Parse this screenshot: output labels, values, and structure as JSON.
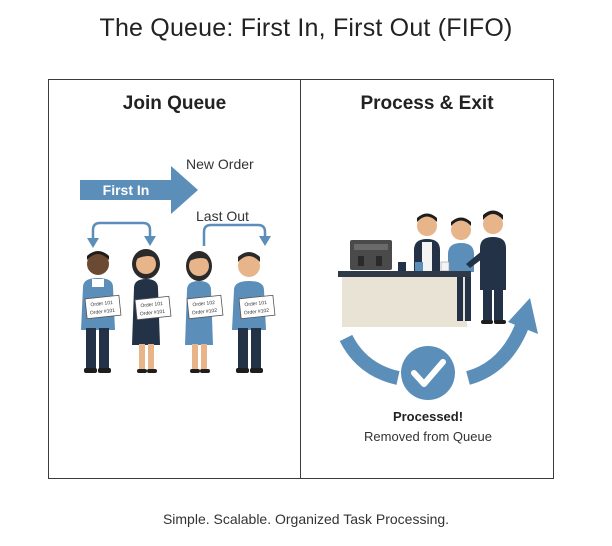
{
  "title": "The Queue: First In, First Out (FIFO)",
  "left_panel": {
    "title": "Join Queue",
    "new_order": "New Order",
    "first_in": "First In",
    "last_out": "Last Out",
    "tickets": [
      {
        "line1": "Order 101",
        "line2": "Order #101"
      },
      {
        "line1": "Order 101",
        "line2": "Order #101"
      },
      {
        "line1": "Order 102",
        "line2": "Order #102"
      },
      {
        "line1": "Order 101",
        "line2": "Order #102"
      }
    ]
  },
  "right_panel": {
    "title": "Process & Exit",
    "processed": "Processed!",
    "removed": "Removed from Queue"
  },
  "footer": "Simple. Scalable. Organized Task Processing.",
  "colors": {
    "accent_blue": "#5b8fb9",
    "dark_navy": "#233247",
    "counter": "#e9e3d6"
  }
}
